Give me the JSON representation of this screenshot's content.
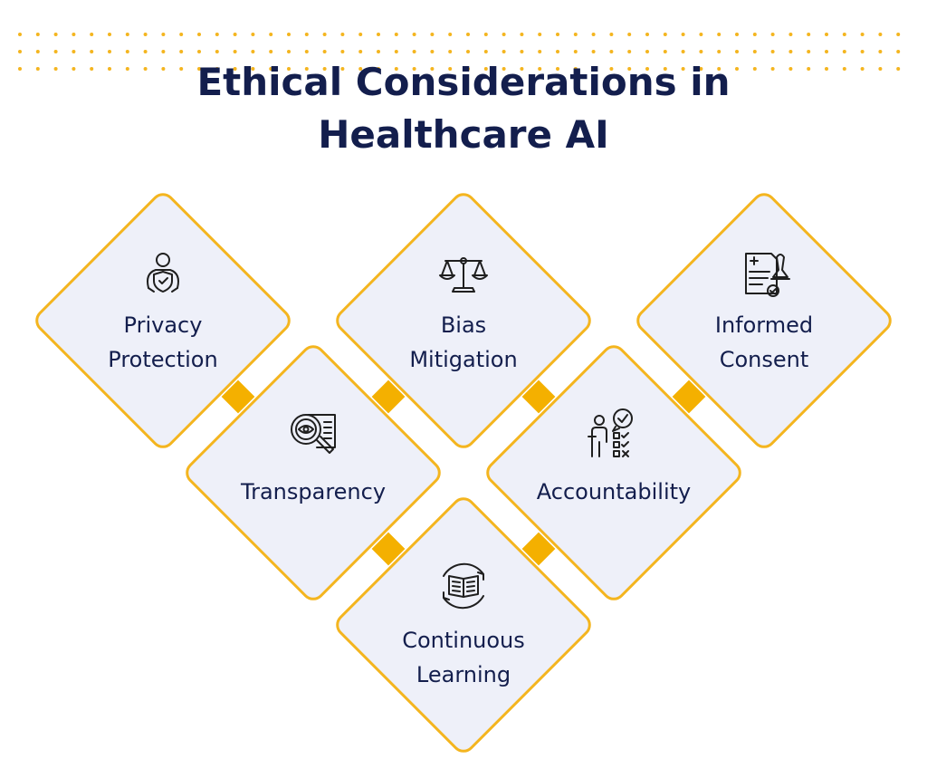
{
  "title": {
    "line1": "Ethical Considerations in",
    "line2": "Healthcare AI"
  },
  "colors": {
    "title": "#131e4d",
    "dot": "#f4b51f",
    "diamond_fill": "#eef0f9",
    "diamond_stroke": "#f4b51f",
    "connector": "#f4b000",
    "icon": "#1f1f1f"
  },
  "nodes": [
    {
      "id": "privacy",
      "line1": "Privacy",
      "line2": "Protection",
      "icon": "person-shield-check-icon"
    },
    {
      "id": "bias",
      "line1": "Bias",
      "line2": "Mitigation",
      "icon": "balance-scale-icon"
    },
    {
      "id": "consent",
      "line1": "Informed",
      "line2": "Consent",
      "icon": "signed-document-stamp-icon"
    },
    {
      "id": "transparency",
      "line1": "Transparency",
      "line2": "",
      "icon": "magnifier-eye-document-icon"
    },
    {
      "id": "accountability",
      "line1": "Accountability",
      "line2": "",
      "icon": "person-checklist-icon"
    },
    {
      "id": "learning",
      "line1": "Continuous",
      "line2": "Learning",
      "icon": "book-cycle-icon"
    }
  ]
}
